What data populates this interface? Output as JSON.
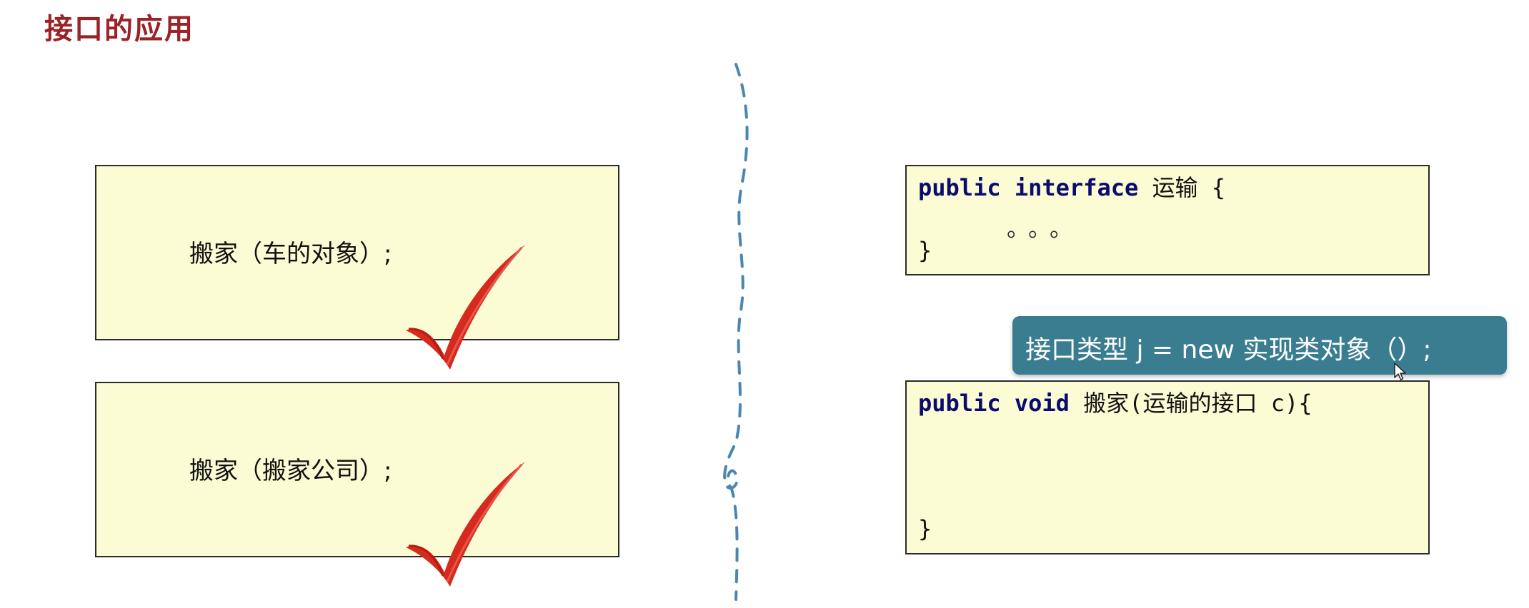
{
  "slide": {
    "title": "接口的应用"
  },
  "left": {
    "boxes": [
      {
        "call": "搬家（车的对象）;"
      },
      {
        "call": "搬家（搬家公司）;"
      }
    ]
  },
  "right": {
    "interface_box": {
      "kw_public": "public",
      "kw_interface": "interface",
      "name": "运输",
      "open_brace": "{",
      "dots": "。。。",
      "close_brace": "}"
    },
    "tooltip": {
      "text": "接口类型 j = new 实现类对象（）;"
    },
    "method_box": {
      "kw_public": "public",
      "kw_void": "void",
      "signature": "搬家(运输的接口 c){",
      "close_brace": "}"
    }
  },
  "colors": {
    "title": "#9b2226",
    "box_fill": "#fbfbd4",
    "keyword": "#0b0b6e",
    "tooltip_bg": "#3a7d90",
    "check": "#d62a1e",
    "divider": "#4a86b0"
  }
}
